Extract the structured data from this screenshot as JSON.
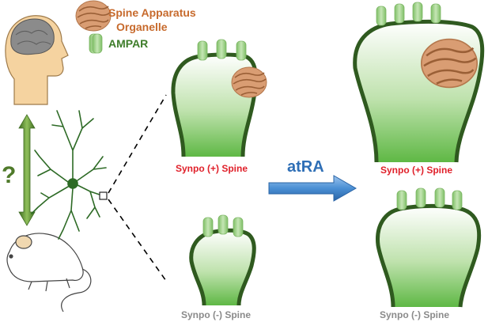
{
  "legend": {
    "spine_apparatus_line1": "Spine Apparatus",
    "spine_apparatus_line2": "Organelle",
    "ampar": "AMPAR"
  },
  "labels": {
    "question": "?",
    "synpo_pos_left": "Synpo (+) Spine",
    "synpo_neg_left": "Synpo (-) Spine",
    "treatment": "atRA",
    "synpo_pos_right": "Synpo (+) Spine",
    "synpo_neg_right": "Synpo (-) Spine"
  },
  "colors": {
    "spine_outline": "#2f5a1f",
    "spine_fill_top": "#ffffff",
    "spine_fill_bottom": "#5fb845",
    "ampar": "#9ccf86",
    "organelle": "#d99d73",
    "pos_label": "#e0202a",
    "neg_label": "#8a8a8a",
    "arrow": "#4a8fd4",
    "legend_text": "#c76a2c",
    "ampar_text": "#3e7d2a",
    "double_arrow": "#5f8c32",
    "neuron": "#2d6a25",
    "human_head": "#f5d3a0",
    "brain": "#8b8b8b"
  },
  "icons": [
    "human-head-icon",
    "brain-icon",
    "mouse-icon",
    "neuron-icon",
    "double-arrow-icon",
    "zoom-box-icon"
  ]
}
